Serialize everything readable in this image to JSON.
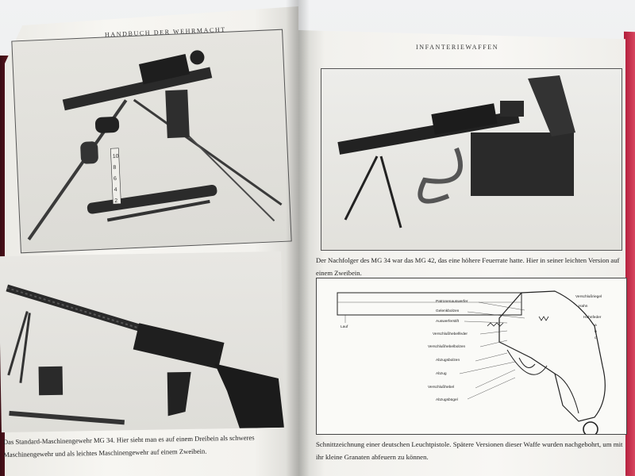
{
  "left_page": {
    "running_head": "HANDBUCH DER WEHRMACHT",
    "ruler_numbers": [
      "10",
      "8",
      "6",
      "4",
      "2"
    ],
    "caption": "Das Standard-Maschinengewehr MG 34. Hier sieht man es auf einem Dreibein als schweres Maschinengewehr und als leichtes Maschinengewehr auf einem Zweibein."
  },
  "right_page": {
    "running_head": "INFANTERIEWAFFEN",
    "caption_top": "Der Nachfolger des MG 34 war das MG 42, das eine höhere Feuerrate hatte. Hier in seiner leichten Version auf einem Zweibein.",
    "caption_bottom": "Schnittzeichnung einer deutschen Leuchtpistole. Spätere Versionen dieser Waffe wurden nachgebohrt, um mit ihr kleine Granaten abfeuern zu können.",
    "diagram_labels": {
      "verschlussriegel": "Verschlußriegel",
      "hahn": "Hahn",
      "hahnfeder": "Hahnfeder",
      "a": "a",
      "b": "b",
      "c": "c",
      "patronenauswerfer": "Patronenauswerfer",
      "gelenkbolzen": "Gelenkbolzen",
      "auswerferstift": "Auswerferstift",
      "lauf": "Lauf",
      "verschlusshebelfeder": "Verschlußhebelfeder",
      "verschlusshebelbolzen": "Verschlußhebelbolzen",
      "abzugsbolzen": "Abzugsbolzen",
      "abzug": "Abzug",
      "verschlusshebel": "Verschlußhebel",
      "abzugsbugel": "Abzugsbügel"
    }
  }
}
